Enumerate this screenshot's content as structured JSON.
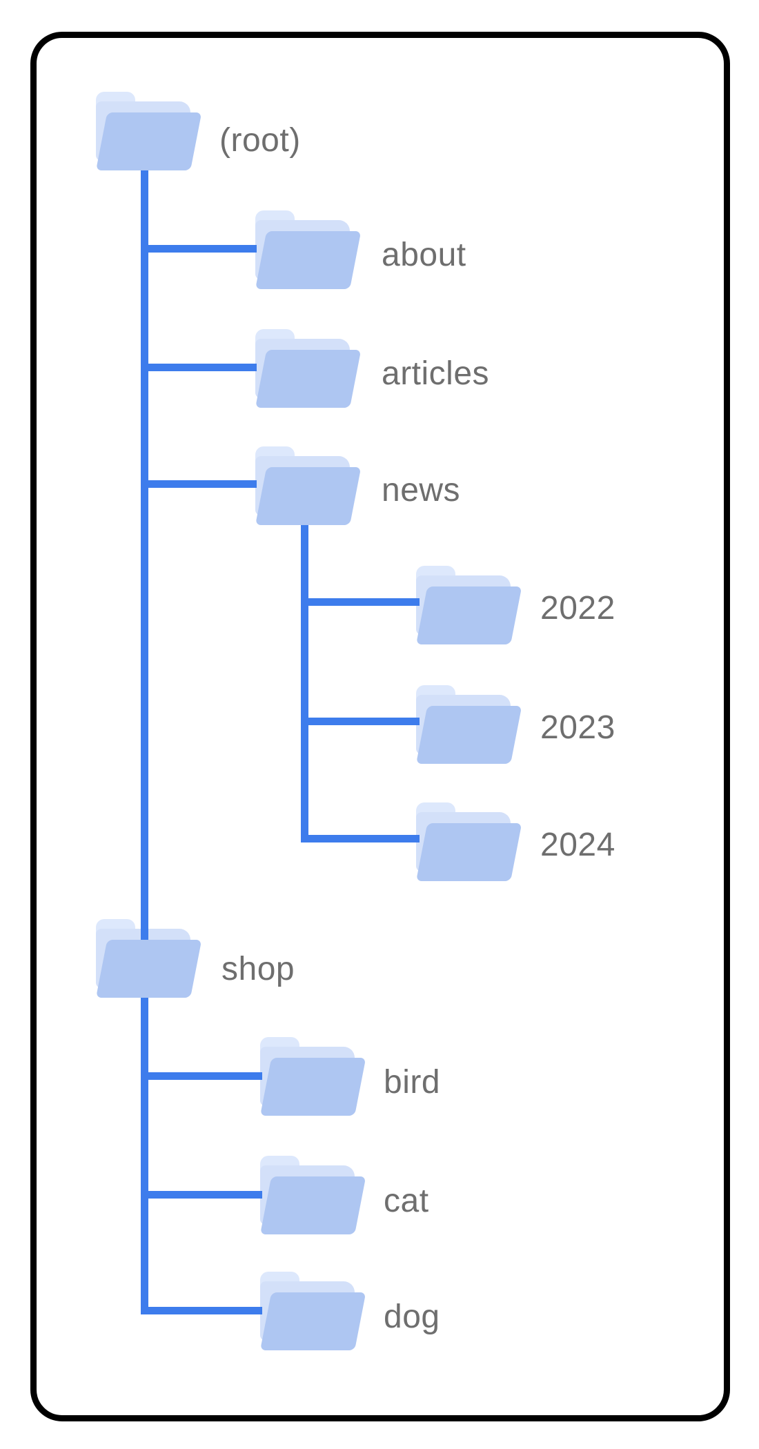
{
  "diagram": {
    "type": "folder-tree",
    "tree": {
      "label": "(root)",
      "children": [
        {
          "label": "about"
        },
        {
          "label": "articles"
        },
        {
          "label": "news",
          "children": [
            {
              "label": "2022"
            },
            {
              "label": "2023"
            },
            {
              "label": "2024"
            }
          ]
        },
        {
          "label": "shop",
          "children": [
            {
              "label": "bird"
            },
            {
              "label": "cat"
            },
            {
              "label": "dog"
            }
          ]
        }
      ]
    }
  },
  "colors": {
    "connector_blue": "#3d7cec",
    "folder_front": "#aec6f2",
    "folder_back": "#d3e0f9",
    "folder_tab": "#dde8fc",
    "label_gray": "#6e6e6e",
    "frame_black": "#000000",
    "background": "#ffffff"
  }
}
